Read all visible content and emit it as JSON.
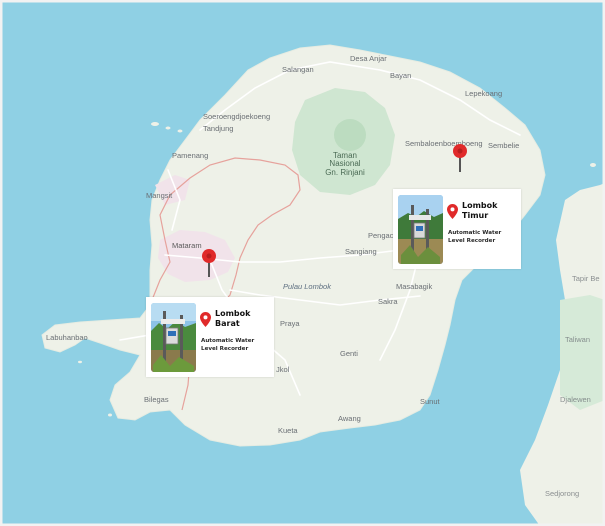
{
  "map": {
    "places": [
      {
        "name": "Desa Anjar",
        "kind": "village"
      },
      {
        "name": "Salangan",
        "kind": "village"
      },
      {
        "name": "Bayan",
        "kind": "village"
      },
      {
        "name": "Lepekoang",
        "kind": "village"
      },
      {
        "name": "Soeroengdjoekoeng",
        "kind": "village"
      },
      {
        "name": "Tandjung",
        "kind": "village"
      },
      {
        "name": "Sembaloenboemboeng",
        "kind": "village"
      },
      {
        "name": "Sembelie",
        "kind": "village"
      },
      {
        "name": "Pamenang",
        "kind": "village"
      },
      {
        "name": "Taman\nNasional\nGn. Rinjani",
        "kind": "park"
      },
      {
        "name": "Mangsit",
        "kind": "village"
      },
      {
        "name": "Mataram",
        "kind": "city"
      },
      {
        "name": "Pengac",
        "kind": "village"
      },
      {
        "name": "Sangiang",
        "kind": "village"
      },
      {
        "name": "Pulau Lombok",
        "kind": "island"
      },
      {
        "name": "Masabagik",
        "kind": "village"
      },
      {
        "name": "Sakra",
        "kind": "village"
      },
      {
        "name": "Praya",
        "kind": "village"
      },
      {
        "name": "Labuhanbao",
        "kind": "village"
      },
      {
        "name": "Genti",
        "kind": "village"
      },
      {
        "name": "Jkol",
        "kind": "village"
      },
      {
        "name": "Bilegas",
        "kind": "village"
      },
      {
        "name": "Sunut",
        "kind": "village"
      },
      {
        "name": "Awang",
        "kind": "village"
      },
      {
        "name": "Kueta",
        "kind": "village"
      },
      {
        "name": "Tapir Be",
        "kind": "village"
      },
      {
        "name": "Taliwan",
        "kind": "village"
      },
      {
        "name": "Djalewen",
        "kind": "village"
      },
      {
        "name": "Sedjorong",
        "kind": "village"
      }
    ],
    "colors": {
      "water": "#8fd0e4",
      "land": "#eef1e8",
      "urban": "#f1e3ea",
      "forest": "#cfe6d1",
      "pin": "#e02a2a",
      "road": "#ffffff",
      "boundary": "#e6a29c"
    }
  },
  "markers": [
    {
      "id": "timur",
      "title": "Lombok\nTimur",
      "subtitle": "Automatic Water Level Recorder",
      "icon": "map-pin-icon"
    },
    {
      "id": "barat",
      "title": "Lombok\nBarat",
      "subtitle": "Automatic Water Level Recorder",
      "icon": "map-pin-icon"
    },
    {
      "id": "mataram-pin",
      "title": "",
      "subtitle": "",
      "icon": "map-pin-icon"
    }
  ]
}
